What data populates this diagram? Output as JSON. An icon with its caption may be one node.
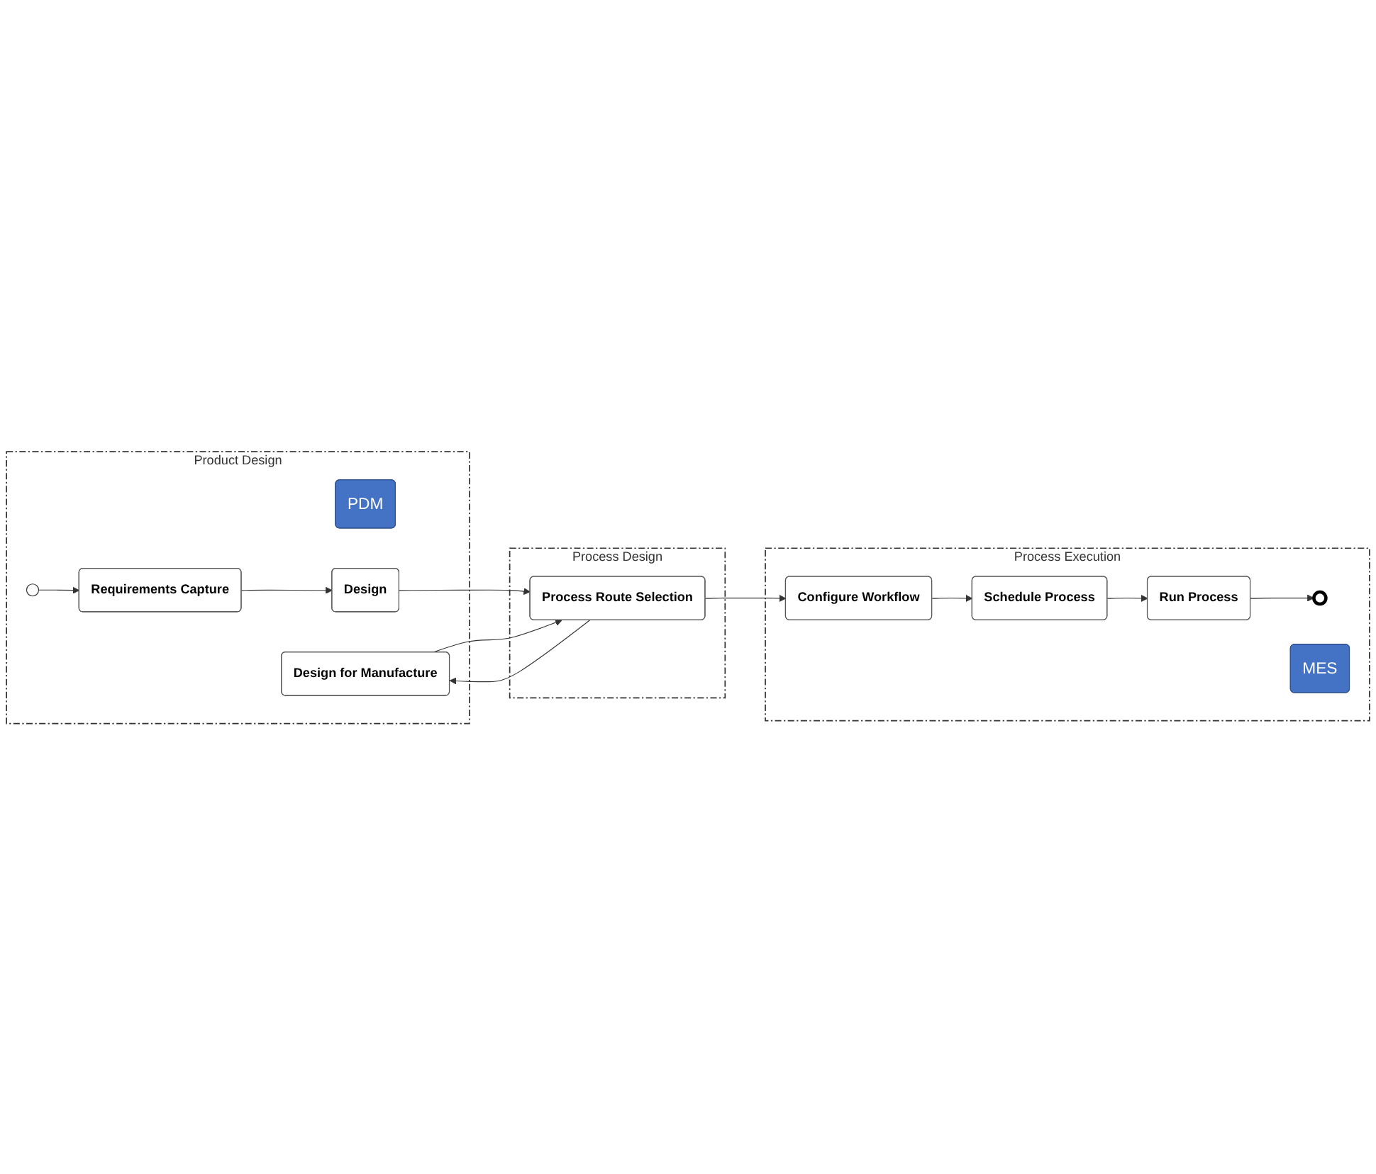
{
  "diagram": {
    "nodes": [
      {
        "text": [
          "Product Design"
        ]
      },
      {
        "text": [
          "PDM"
        ],
        "in": 0
      },
      {
        "text": [
          "Design for Manufacture"
        ],
        "in": 0
      },
      {
        "text": [],
        "shape": "circle",
        "in": 0
      },
      {
        "text": [
          "Requirements Capture"
        ],
        "in": 0
      },
      {
        "text": [
          "Design"
        ],
        "in": 0
      },
      {
        "text": [
          "Process Design"
        ]
      },
      {
        "text": [
          "Process Route Selection"
        ],
        "in": 6
      },
      {
        "text": [
          "Process Execution"
        ]
      },
      {
        "text": [
          "Configure Workflow"
        ],
        "in": 8
      },
      {
        "text": [
          "Schedule Process"
        ],
        "in": 8
      },
      {
        "text": [
          "Run Process"
        ],
        "in": 8
      },
      {
        "text": [],
        "shape": "circle",
        "in": 8
      },
      {
        "text": [
          "MES"
        ],
        "in": 8
      }
    ],
    "edges": [
      {
        "from": 3,
        "to": 4,
        "arrow": "to"
      },
      {
        "from": 4,
        "to": 5,
        "arrow": "to"
      },
      {
        "from": 5,
        "to": 7,
        "arrow": "to"
      },
      {
        "from": 7,
        "to": 2,
        "arrow": "to"
      },
      {
        "from": 2,
        "to": 7,
        "arrow": "to"
      },
      {
        "from": 7,
        "to": 9,
        "arrow": "to"
      },
      {
        "from": 9,
        "to": 10,
        "arrow": "to"
      },
      {
        "from": 10,
        "to": 11,
        "arrow": "to"
      },
      {
        "from": 11,
        "to": 12,
        "arrow": "to"
      }
    ]
  }
}
